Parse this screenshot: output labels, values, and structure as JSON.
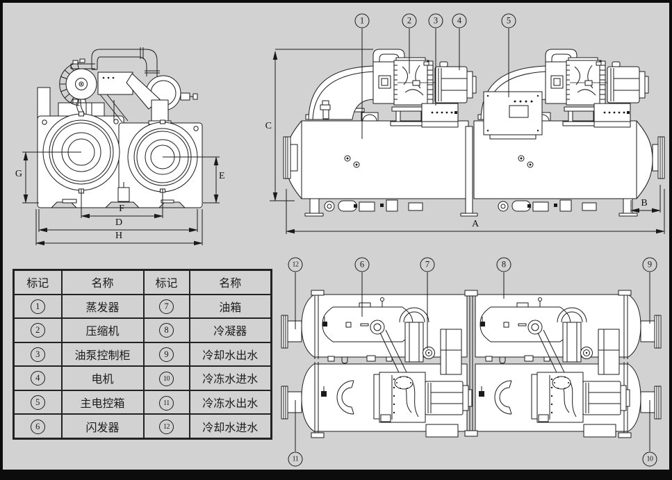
{
  "page": {
    "background_color": "#d2d2d2",
    "line_color": "#1a1a1a",
    "description_views": {
      "front_view": "chiller front elevation",
      "side_view": "chiller side elevation (two units)",
      "top_view": "chiller plan view (two units)"
    }
  },
  "dimensions": {
    "a": "A",
    "b": "B",
    "c": "C",
    "d": "D",
    "e": "E",
    "f": "F",
    "g": "G",
    "h": "H"
  },
  "callouts": {
    "side": [
      "1",
      "2",
      "3",
      "4",
      "5"
    ],
    "top_upper": [
      "12",
      "6",
      "7",
      "8",
      "9"
    ],
    "top_lower": [
      "11",
      "10"
    ]
  },
  "parts_table": {
    "col_headers": [
      "标记",
      "名称",
      "标记",
      "名称"
    ],
    "rows": [
      {
        "mark_left": "1",
        "name_left": "蒸发器",
        "mark_right": "7",
        "name_right": "油箱"
      },
      {
        "mark_left": "2",
        "name_left": "压缩机",
        "mark_right": "8",
        "name_right": "冷凝器"
      },
      {
        "mark_left": "3",
        "name_left": "油泵控制柜",
        "mark_right": "9",
        "name_right": "冷却水出水"
      },
      {
        "mark_left": "4",
        "name_left": "电机",
        "mark_right": "10",
        "name_right": "冷冻水进水"
      },
      {
        "mark_left": "5",
        "name_left": "主电控箱",
        "mark_right": "11",
        "name_right": "冷冻水出水"
      },
      {
        "mark_left": "6",
        "name_left": "闪发器",
        "mark_right": "12",
        "name_right": "冷却水进水"
      }
    ]
  }
}
